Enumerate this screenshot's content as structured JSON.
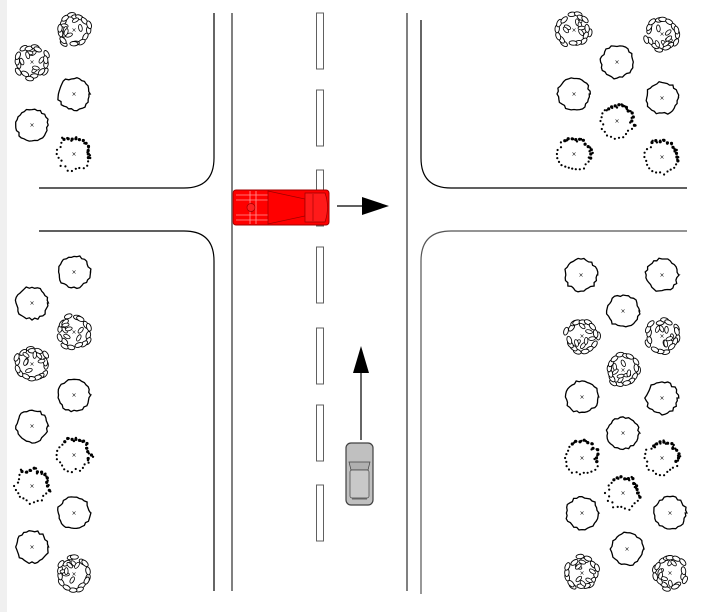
{
  "diagram": {
    "title": "Intersection traffic scenario",
    "description": "Top-down view of a four-way intersection with a red fire truck turning/proceeding east and a gray car heading north in the right lane",
    "colors": {
      "background": "#ffffff",
      "margin": "#f0f0f0",
      "curb": "#000000",
      "road_edge": "#808080",
      "lane_marking": "#808080",
      "fire_truck": "#ff0000",
      "fire_truck_outline": "#a00000",
      "car_body": "#c0c0c0",
      "car_outline": "#404040",
      "arrow": "#000000"
    },
    "vehicles": [
      {
        "id": "fire-truck",
        "type": "fire truck",
        "color": "red",
        "heading": "east",
        "motion_arrow": "right"
      },
      {
        "id": "car",
        "type": "passenger car",
        "color": "gray",
        "heading": "north",
        "motion_arrow": "up"
      }
    ],
    "trees": {
      "styles": [
        "plain",
        "leafy",
        "dotted"
      ],
      "top_left": [
        "leafy",
        "leafy",
        "plain",
        "plain",
        "dotted"
      ],
      "top_right": [
        "leafy",
        "leafy",
        "plain",
        "plain",
        "plain",
        "dotted",
        "dotted",
        "dotted"
      ],
      "bottom_left": [
        "plain",
        "plain",
        "leafy",
        "leafy",
        "plain",
        "plain",
        "dotted",
        "dotted",
        "plain",
        "plain",
        "leafy"
      ],
      "bottom_right": [
        "plain",
        "plain",
        "plain",
        "leafy",
        "leafy",
        "leafy",
        "plain",
        "plain",
        "plain",
        "dotted",
        "dotted",
        "dotted",
        "plain",
        "plain",
        "plain",
        "leafy",
        "leafy"
      ]
    }
  }
}
